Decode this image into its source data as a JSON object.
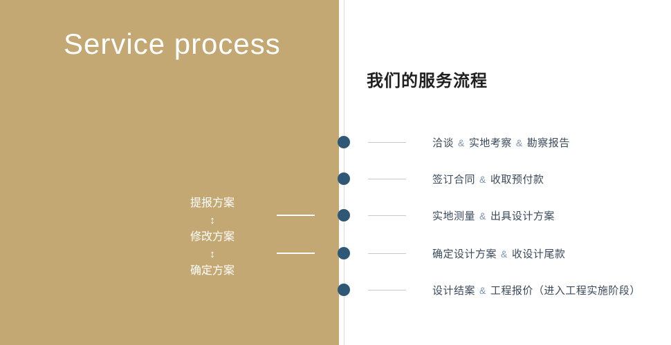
{
  "left": {
    "title": "Service process",
    "steps": [
      "提报方案",
      "修改方案",
      "确定方案"
    ],
    "arrow": "↕"
  },
  "right": {
    "heading": "我们的服务流程",
    "separator": "&",
    "items": [
      {
        "segments": [
          "洽谈",
          "实地考察",
          "勘察报告"
        ]
      },
      {
        "segments": [
          "签订合同",
          "收取预付款"
        ]
      },
      {
        "segments": [
          "实地测量",
          "出具设计方案"
        ]
      },
      {
        "segments": [
          "确定设计方案",
          "收设计尾款"
        ]
      },
      {
        "segments": [
          "设计结案",
          "工程报价（进入工程实施阶段）"
        ]
      }
    ]
  },
  "colors": {
    "panel_gold": "#c3a873",
    "dot_blue": "#2e5876",
    "ampersand_accent": "#7e95ad",
    "body_text": "#3a4a5c",
    "divider_gray": "#dcdcdc"
  }
}
